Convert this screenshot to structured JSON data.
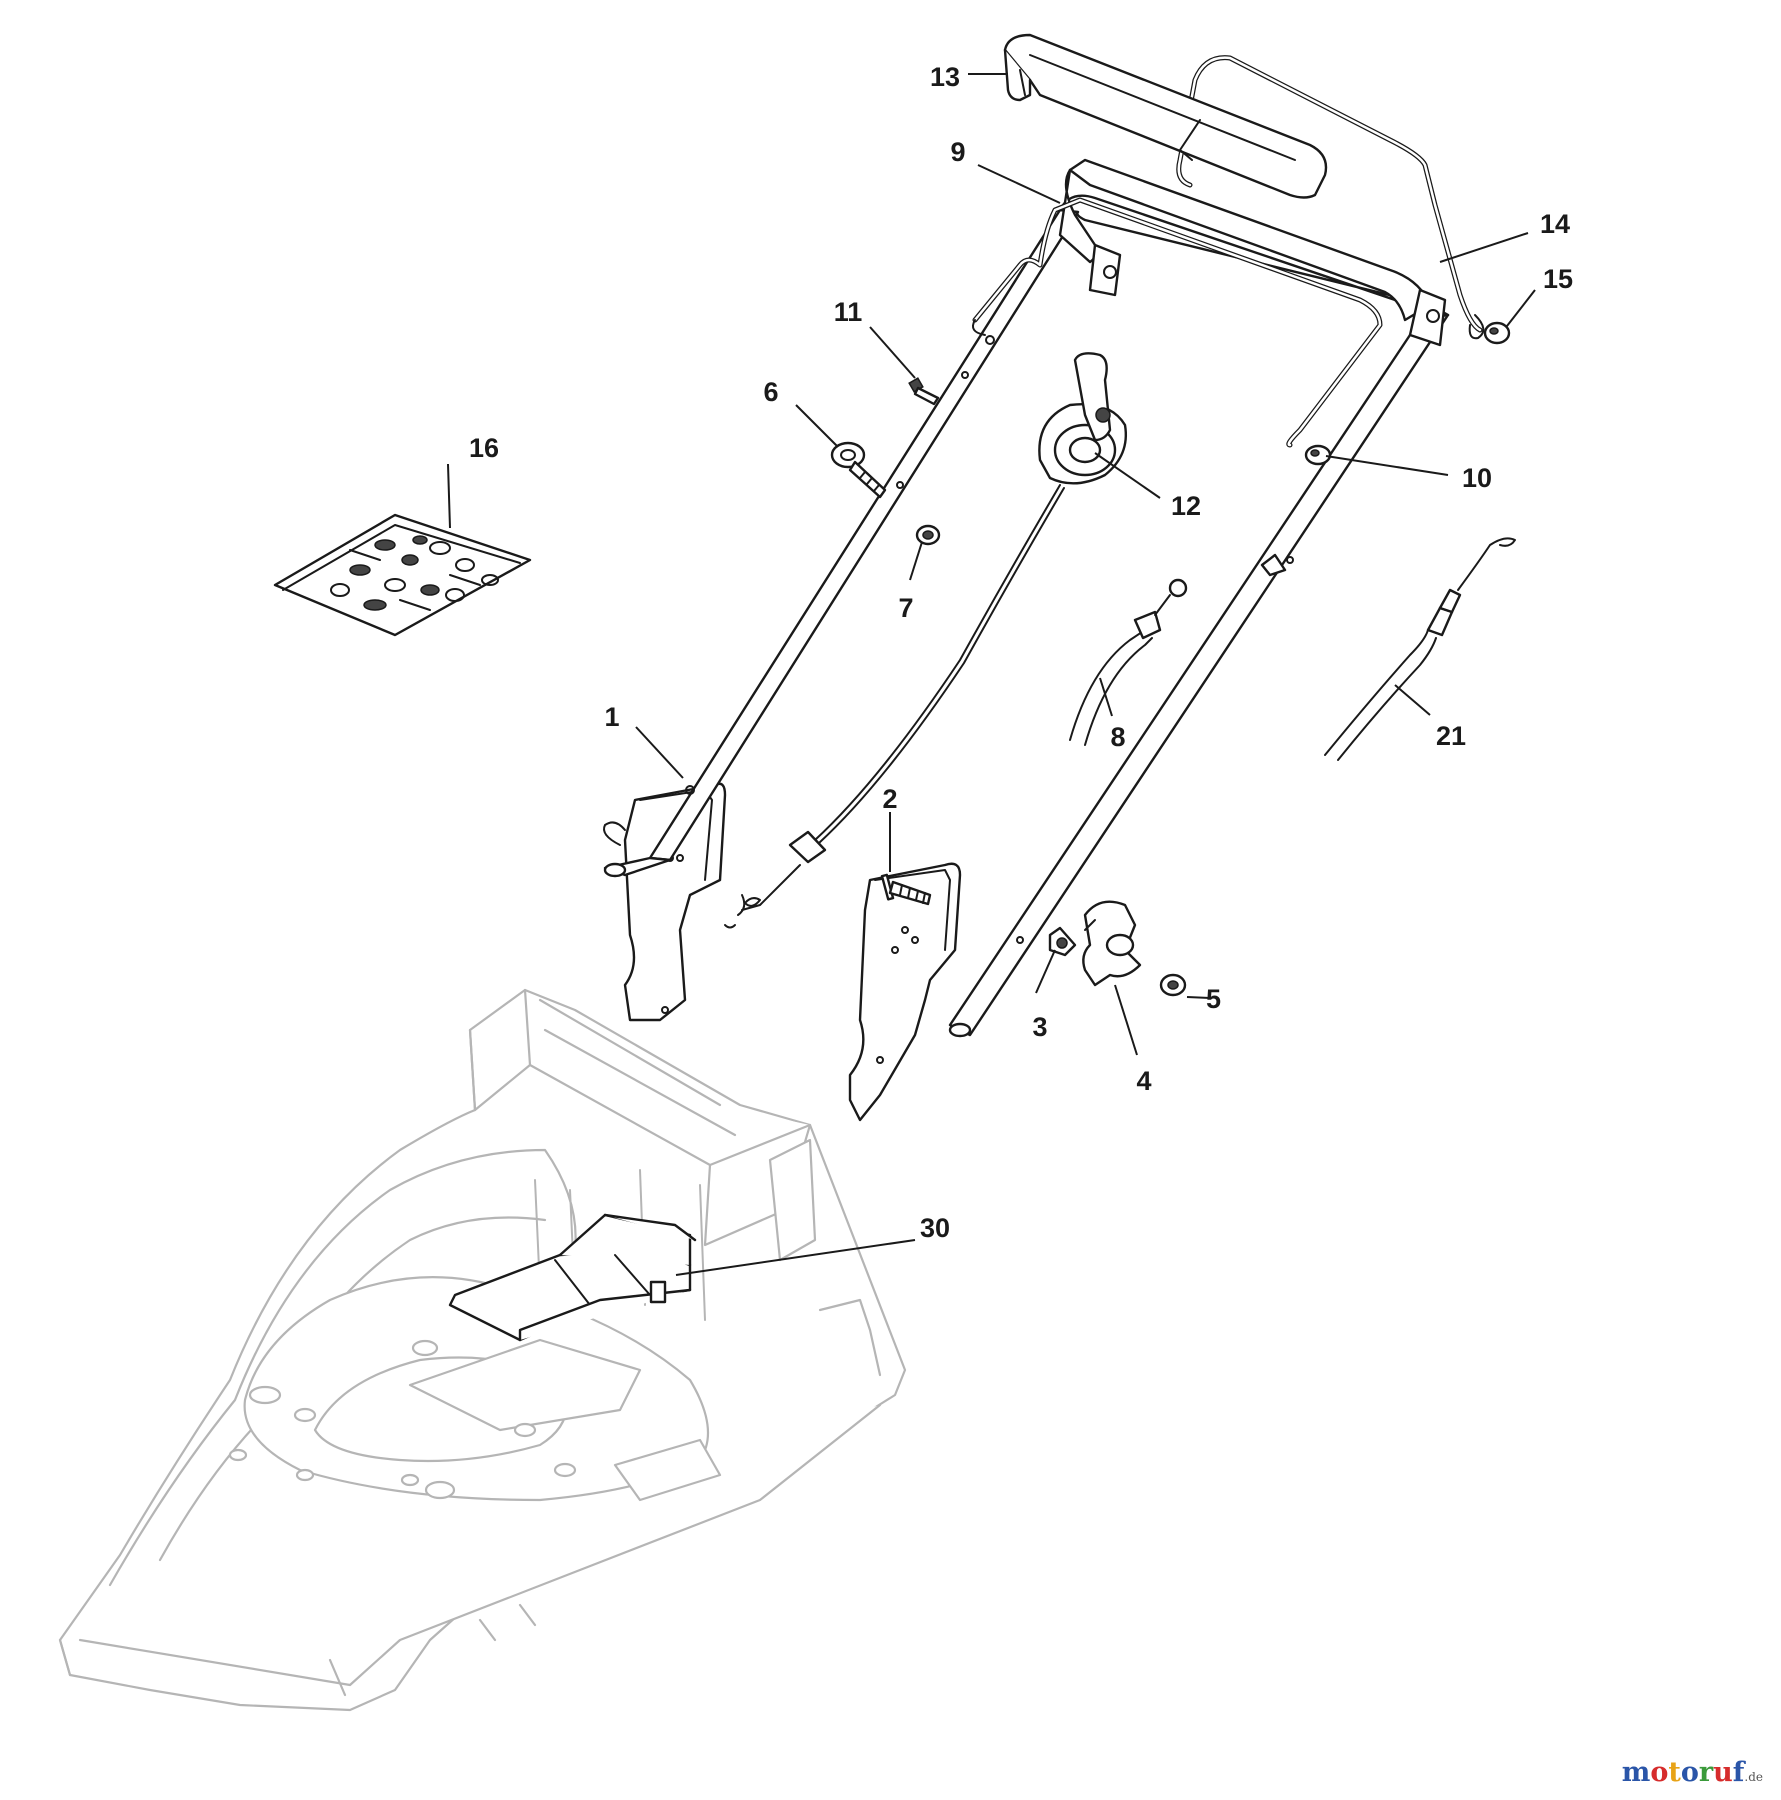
{
  "callouts": [
    {
      "id": "1",
      "label": "1"
    },
    {
      "id": "2",
      "label": "2"
    },
    {
      "id": "3",
      "label": "3"
    },
    {
      "id": "4",
      "label": "4"
    },
    {
      "id": "5",
      "label": "5"
    },
    {
      "id": "6",
      "label": "6"
    },
    {
      "id": "7",
      "label": "7"
    },
    {
      "id": "8",
      "label": "8"
    },
    {
      "id": "9",
      "label": "9"
    },
    {
      "id": "10",
      "label": "10"
    },
    {
      "id": "11",
      "label": "11"
    },
    {
      "id": "12",
      "label": "12"
    },
    {
      "id": "13",
      "label": "13"
    },
    {
      "id": "14",
      "label": "14"
    },
    {
      "id": "15",
      "label": "15"
    },
    {
      "id": "16",
      "label": "16"
    },
    {
      "id": "21",
      "label": "21"
    },
    {
      "id": "30",
      "label": "30"
    }
  ],
  "brand": {
    "letters": [
      "m",
      "o",
      "t",
      "o",
      "r",
      "u",
      "f"
    ],
    "tld": ".de",
    "colors": [
      "#2a55a8",
      "#d62c2c",
      "#e8a317",
      "#2a55a8",
      "#3a9a3a",
      "#d62c2c",
      "#2a55a8"
    ]
  }
}
